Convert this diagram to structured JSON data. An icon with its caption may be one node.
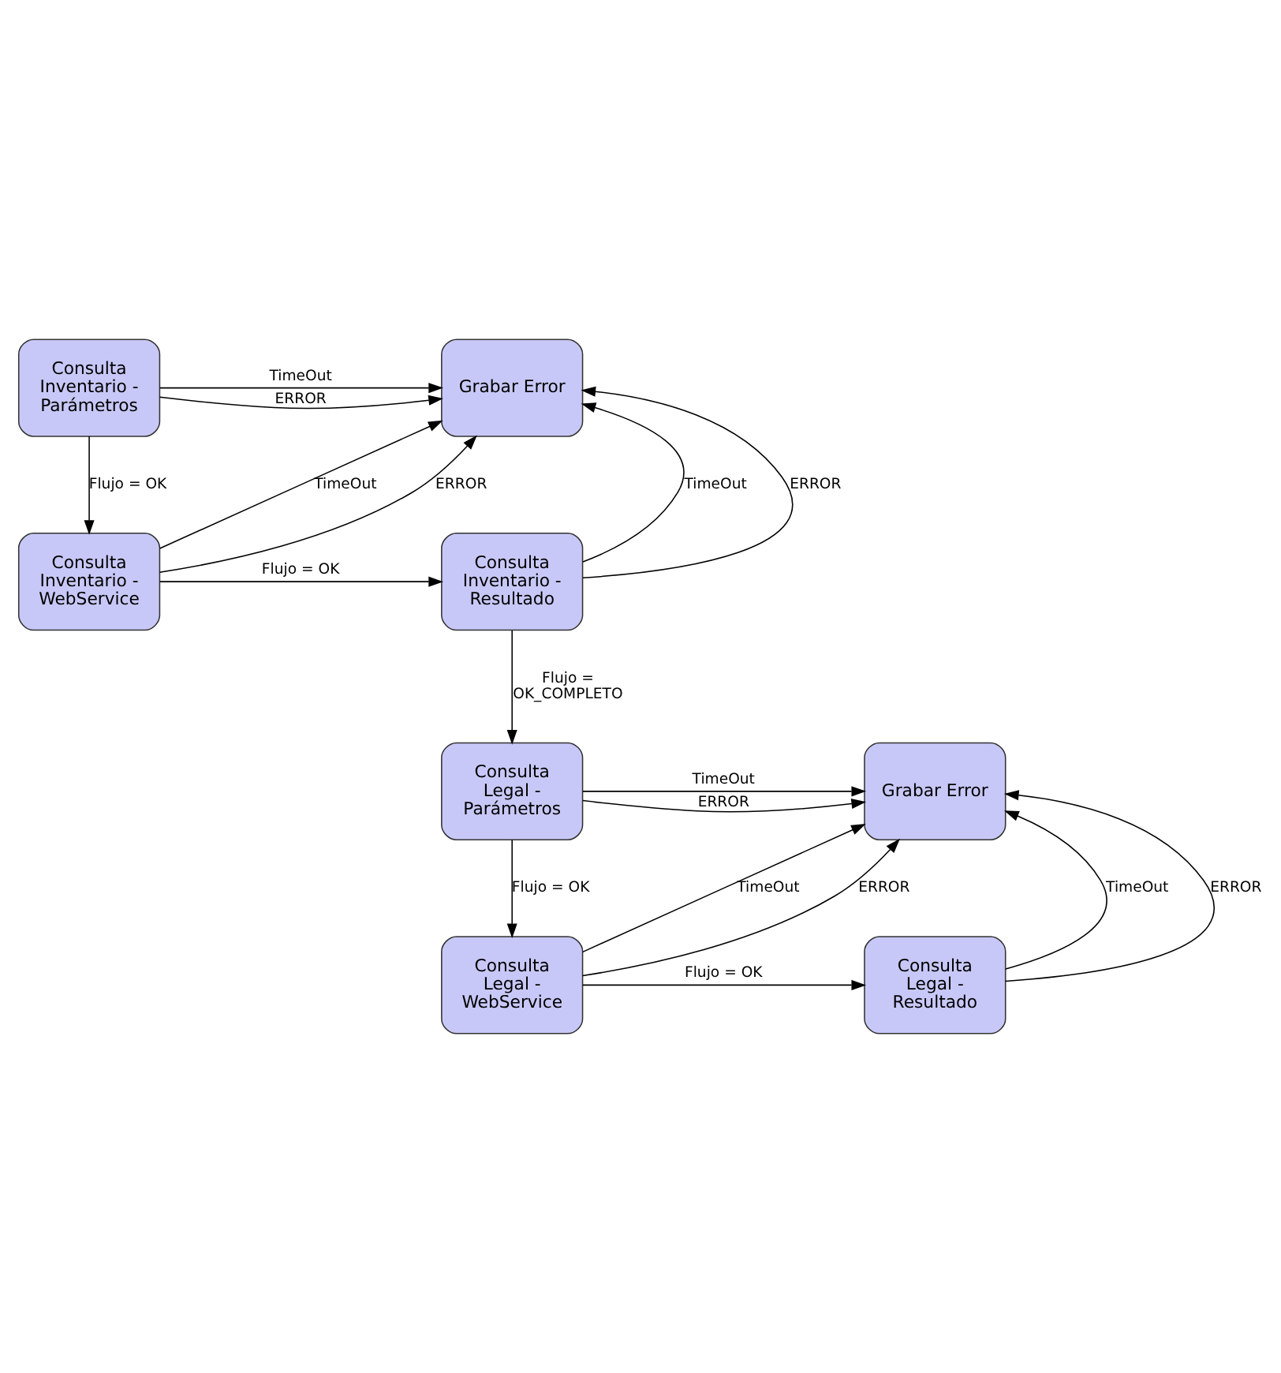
{
  "diagram": {
    "nodes": [
      {
        "text": [
          "Consulta Inventario - Parámetros"
        ]
      },
      {
        "text": [
          "Grabar Error"
        ]
      },
      {
        "text": [
          "Consulta Inventario - WebService"
        ]
      },
      {
        "text": [
          "Consulta Inventario - Resultado"
        ]
      },
      {
        "text": [
          "Consulta Legal - Parámetros"
        ]
      },
      {
        "text": [
          "Grabar Error"
        ]
      },
      {
        "text": [
          "Consulta Legal - WebService"
        ]
      },
      {
        "text": [
          "Consulta Legal - Resultado"
        ]
      }
    ],
    "edges": [
      {
        "from": 0,
        "to": 1,
        "arrow": "to",
        "label": "TimeOut"
      },
      {
        "from": 0,
        "to": 1,
        "arrow": "to",
        "label": "ERROR"
      },
      {
        "from": 0,
        "to": 2,
        "arrow": "to",
        "label": "Flujo = OK"
      },
      {
        "from": 2,
        "to": 1,
        "arrow": "to",
        "label": "TimeOut"
      },
      {
        "from": 2,
        "to": 1,
        "arrow": "to",
        "label": "ERROR"
      },
      {
        "from": 2,
        "to": 3,
        "arrow": "to",
        "label": "Flujo = OK"
      },
      {
        "from": 3,
        "to": 1,
        "arrow": "to",
        "label": "TimeOut"
      },
      {
        "from": 3,
        "to": 1,
        "arrow": "to",
        "label": "ERROR"
      },
      {
        "from": 3,
        "to": 4,
        "arrow": "to",
        "label": "Flujo = OK_COMPLETO"
      },
      {
        "from": 4,
        "to": 5,
        "arrow": "to",
        "label": "TimeOut"
      },
      {
        "from": 4,
        "to": 5,
        "arrow": "to",
        "label": "ERROR"
      },
      {
        "from": 4,
        "to": 6,
        "arrow": "to",
        "label": "Flujo = OK"
      },
      {
        "from": 6,
        "to": 5,
        "arrow": "to",
        "label": "TimeOut"
      },
      {
        "from": 6,
        "to": 5,
        "arrow": "to",
        "label": "ERROR"
      },
      {
        "from": 6,
        "to": 7,
        "arrow": "to",
        "label": "Flujo = OK"
      },
      {
        "from": 7,
        "to": 5,
        "arrow": "to",
        "label": "TimeOut"
      },
      {
        "from": 7,
        "to": 5,
        "arrow": "to",
        "label": "ERROR"
      }
    ]
  }
}
